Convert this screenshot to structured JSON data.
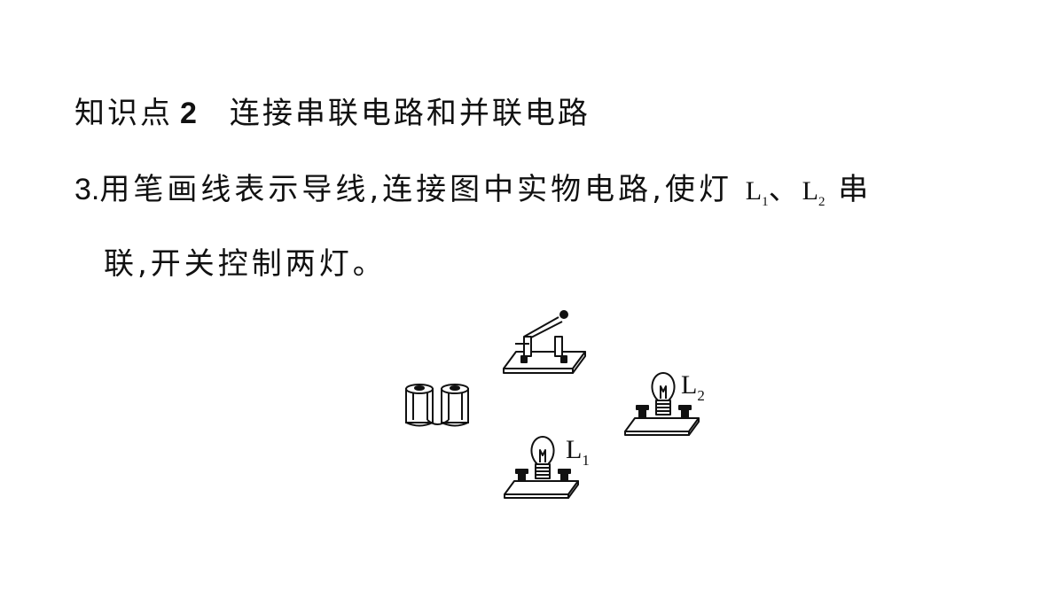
{
  "heading": {
    "prefix": "知识点",
    "number": "2",
    "title": "连接串联电路和并联电路"
  },
  "question": {
    "number": "3.",
    "line1_text": "用笔画线表示导线,连接图中实物电路,使灯",
    "lamp_a": "L",
    "lamp_a_sub": "1",
    "separator": "、",
    "lamp_b": "L",
    "lamp_b_sub": "2",
    "line1_end": "串",
    "line2": "联,开关控制两灯。"
  },
  "figure": {
    "lamp1_label": "L",
    "lamp1_sub": "1",
    "lamp2_label": "L",
    "lamp2_sub": "2"
  }
}
